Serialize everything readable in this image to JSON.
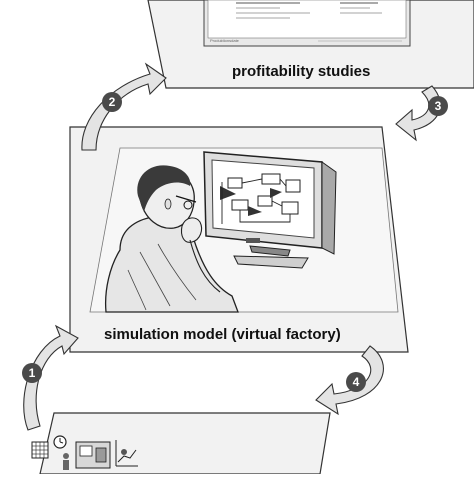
{
  "labels": {
    "profitability": "profitability studies",
    "simulation": "simulation model (virtual factory)"
  },
  "steps": {
    "n1": "1",
    "n2": "2",
    "n3": "3",
    "n4": "4"
  },
  "screen": {
    "footer_left": "Produktionsdate"
  },
  "colors": {
    "panel_fill": "#f2f2f2",
    "panel_stroke": "#333333",
    "arrow_fill": "#e4e4e4",
    "badge": "#4a4a4a"
  }
}
